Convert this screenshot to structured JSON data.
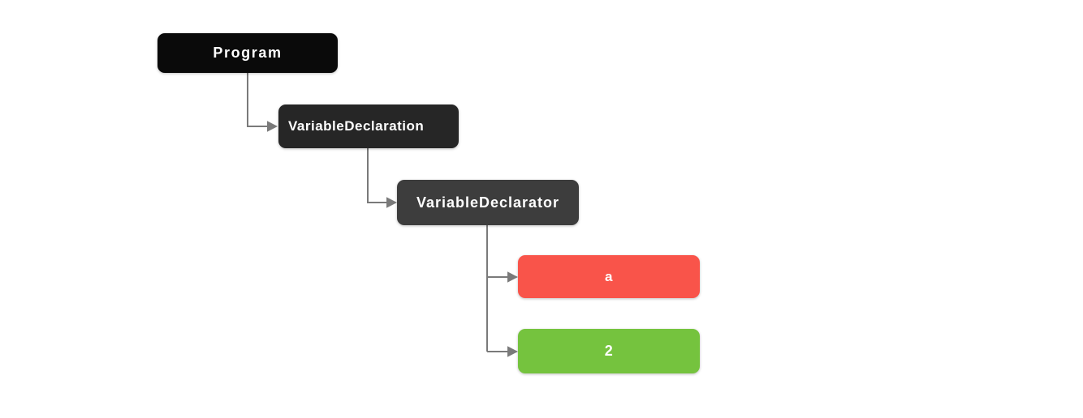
{
  "diagram": {
    "type": "ast-tree",
    "nodes": [
      {
        "id": "program",
        "label": "Program"
      },
      {
        "id": "variable-declaration",
        "label": "VariableDeclaration"
      },
      {
        "id": "variable-declarator",
        "label": "VariableDeclarator"
      },
      {
        "id": "identifier-a",
        "label": "a"
      },
      {
        "id": "literal-2",
        "label": "2"
      }
    ],
    "edges": [
      {
        "from": "program",
        "to": "variable-declaration"
      },
      {
        "from": "variable-declaration",
        "to": "variable-declarator"
      },
      {
        "from": "variable-declarator",
        "to": "identifier-a"
      },
      {
        "from": "variable-declarator",
        "to": "literal-2"
      }
    ],
    "colors": {
      "canvas_bg": "#ffffff",
      "program_bg": "#0a0a0a",
      "variable_declaration_bg": "#262626",
      "variable_declarator_bg": "#3d3d3d",
      "identifier_bg": "#f9544a",
      "literal_bg": "#75c33e",
      "node_text": "#ffffff",
      "connector": "#7a7a7a"
    }
  }
}
